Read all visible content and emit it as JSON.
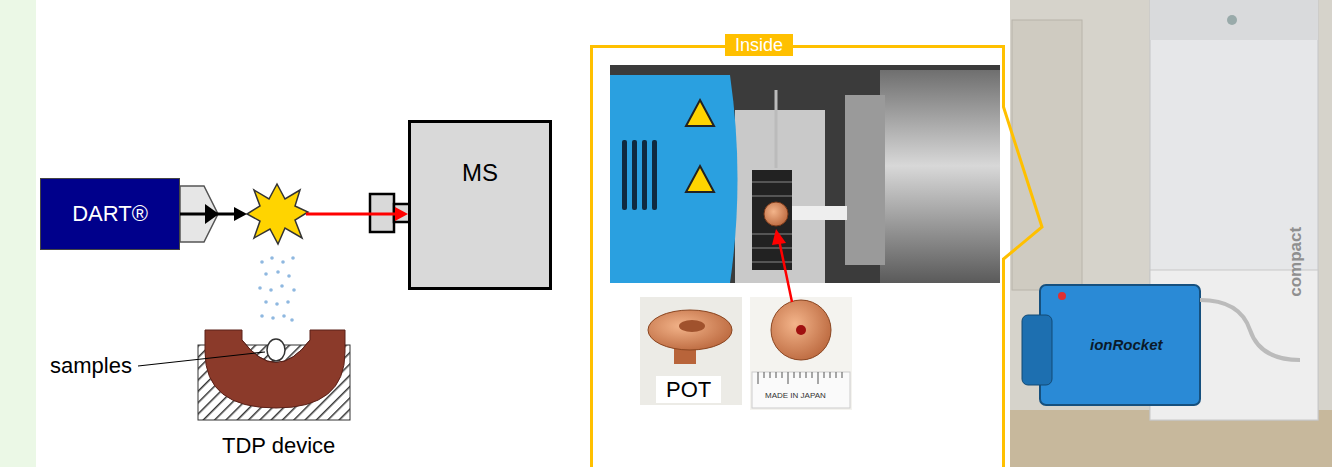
{
  "diagram": {
    "nodes": [
      {
        "text": [
          "DART®"
        ]
      },
      {
        "text": [
          "MS"
        ]
      },
      {
        "text": [
          "Inside"
        ]
      }
    ],
    "edges": [
      {
        "from": 0,
        "to": 1,
        "arrow": "to"
      }
    ],
    "labels": [
      "samples",
      "TDP device",
      "POT",
      "MADE IN JAPAN",
      "ionRocket",
      "compact"
    ]
  }
}
